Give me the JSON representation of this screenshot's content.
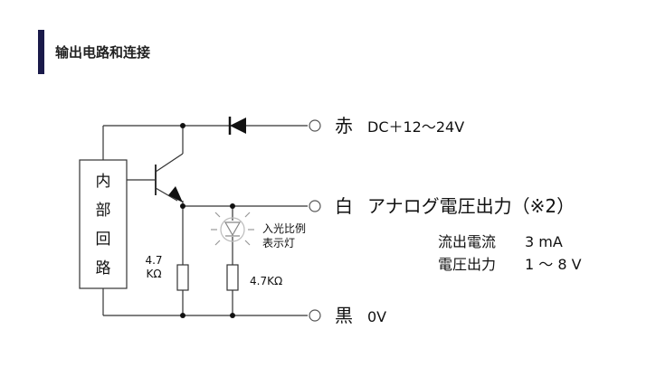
{
  "section": {
    "title": "输出电路和连接"
  },
  "circuit": {
    "internal_box_chars": [
      "内",
      "部",
      "回",
      "路"
    ],
    "terminal_red": {
      "color_name": "赤",
      "spec": "DC＋12〜24V"
    },
    "terminal_white": {
      "color_name": "白",
      "spec": "アナログ電圧出力（※2）"
    },
    "terminal_black": {
      "color_name": "黒",
      "spec": "0V"
    },
    "spec_current": {
      "label": "流出電流",
      "value": "3 mA"
    },
    "spec_voltage": {
      "label": "電圧出力",
      "value": "1 〜 8 V"
    },
    "resistor_left": {
      "line1": "4.7",
      "line2": "KΩ"
    },
    "resistor_right": {
      "label": "4.7KΩ"
    },
    "indicator": {
      "line1": "入光比例",
      "line2": "表示灯"
    }
  },
  "colors": {
    "accent": "#1a1a4a",
    "line": "#333333"
  }
}
